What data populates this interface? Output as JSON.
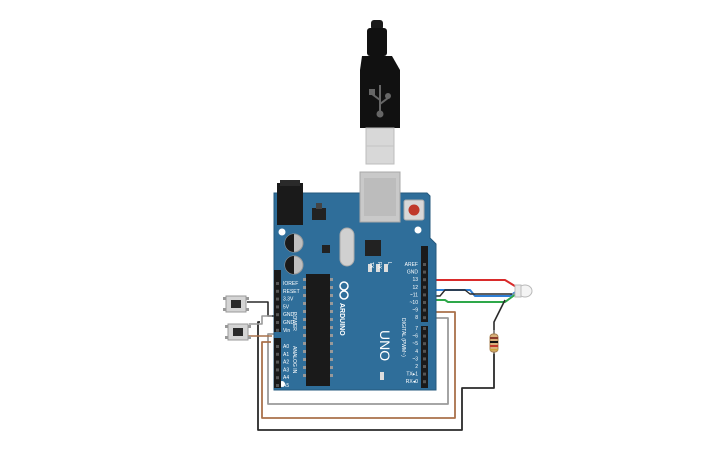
{
  "board": {
    "uno": "UNO",
    "arduino": "ARDUINO",
    "digital": "DIGITAL (PWM~)",
    "power": "POWER",
    "analog_in": "ANALOG IN",
    "led_l": "L",
    "led_tx": "TX",
    "led_rx": "RX",
    "body_color": "#2f6e9a",
    "power_pins": [
      "IOREF",
      "RESET",
      "3.3V",
      "5V",
      "GND",
      "GND",
      "Vin"
    ],
    "analog_pins": [
      "A0",
      "A1",
      "A2",
      "A3",
      "A4",
      "A5"
    ],
    "digital_top": [
      "AREF",
      "GND",
      "13",
      "12",
      "~11",
      "~10",
      "~9",
      "8"
    ],
    "digital_bottom": [
      "7",
      "~6",
      "~5",
      "4",
      "~3",
      "2",
      "TX▸1",
      "RX◂0"
    ]
  },
  "wires": {
    "red": "#d92b2b",
    "blue": "#2f7fd6",
    "green": "#2ea84a",
    "brown": "#a9714a",
    "black": "#2a2a2a",
    "gray": "#9a9a9a"
  },
  "components": {
    "buttons": 2,
    "led": "RGB LED",
    "resistor": "resistor",
    "usb": "USB cable"
  }
}
